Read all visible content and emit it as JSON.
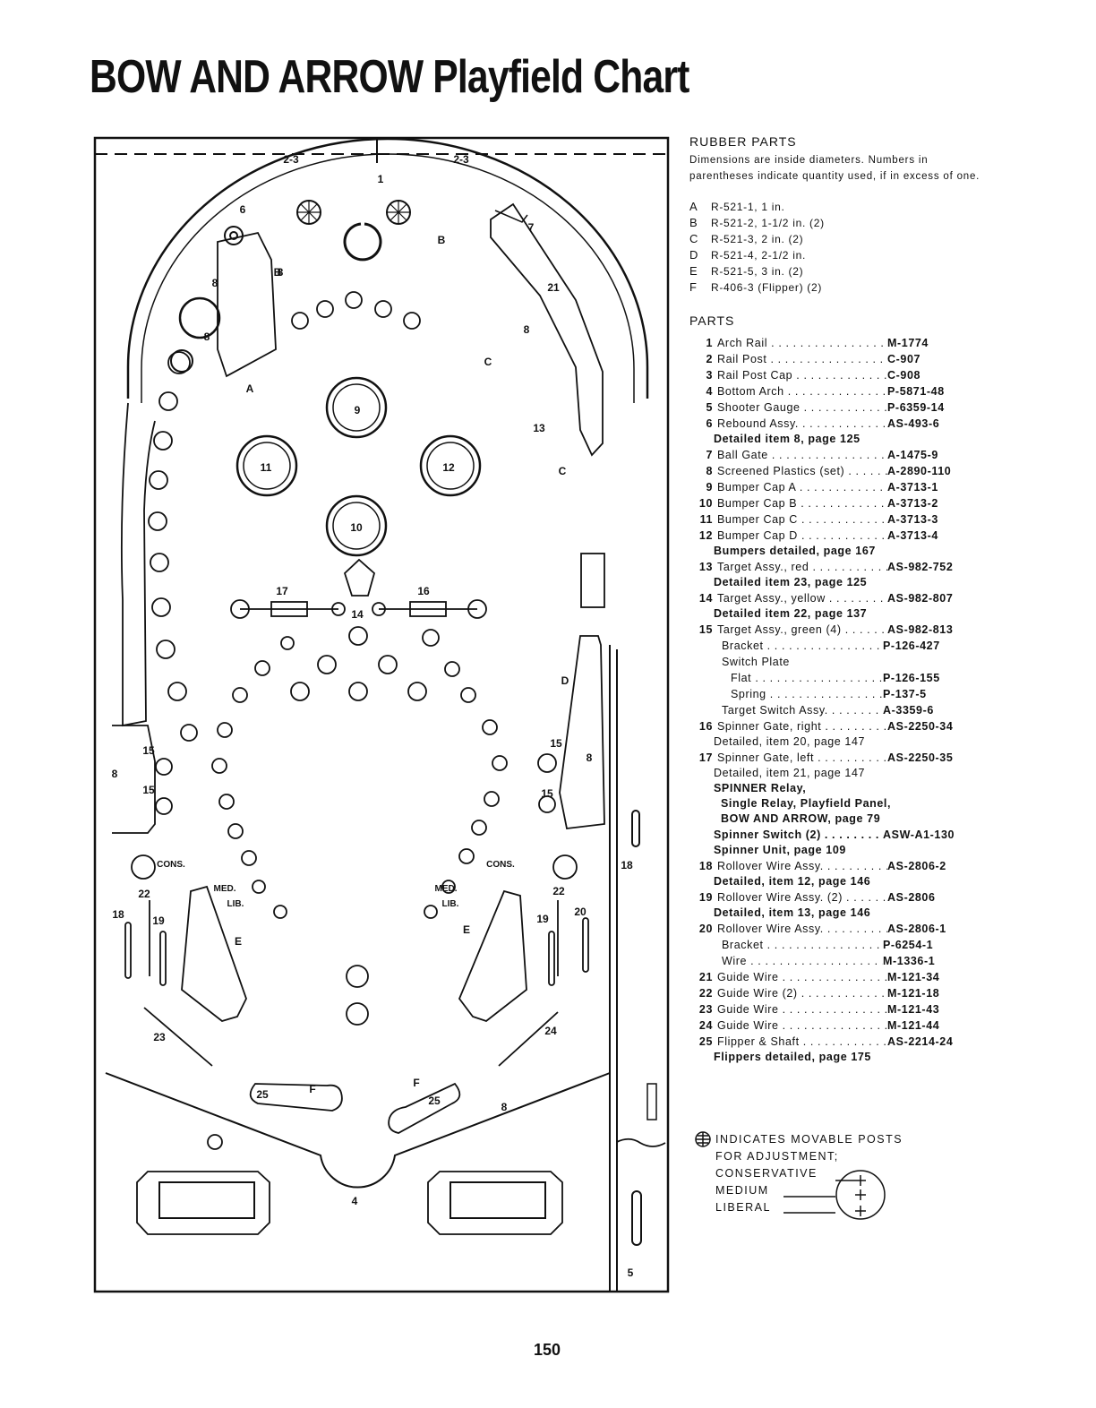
{
  "title": "BOW AND ARROW Playfield Chart",
  "page_number": "150",
  "playfield": {
    "labels": [
      "1",
      "2-3",
      "2-3",
      "4",
      "5",
      "6",
      "7",
      "8",
      "8",
      "8",
      "8",
      "8",
      "8",
      "8",
      "9",
      "11",
      "12",
      "10",
      "13",
      "14",
      "15",
      "15",
      "15",
      "15",
      "16",
      "17",
      "18",
      "18",
      "19",
      "19",
      "20",
      "21",
      "22",
      "22",
      "23",
      "24",
      "25",
      "25",
      "A",
      "B",
      "B",
      "C",
      "C",
      "D",
      "E",
      "E",
      "F",
      "F",
      "CONS.",
      "CONS.",
      "MED.",
      "MED.",
      "LIB.",
      "LIB."
    ]
  },
  "rubber": {
    "heading": "RUBBER PARTS",
    "note": "Dimensions are inside diameters. Numbers in parentheses indicate quantity used, if in excess of one.",
    "items": [
      {
        "key": "A",
        "desc": "R-521-1, 1 in."
      },
      {
        "key": "B",
        "desc": "R-521-2, 1-1/2 in. (2)"
      },
      {
        "key": "C",
        "desc": "R-521-3, 2 in. (2)"
      },
      {
        "key": "D",
        "desc": "R-521-4, 2-1/2 in."
      },
      {
        "key": "E",
        "desc": "R-521-5, 3 in. (2)"
      },
      {
        "key": "F",
        "desc": "R-406-3 (Flipper) (2)"
      }
    ]
  },
  "parts": {
    "heading": "PARTS",
    "rows": [
      {
        "t": "p",
        "n": "1",
        "d": "Arch Rail",
        "c": "M-1774"
      },
      {
        "t": "p",
        "n": "2",
        "d": "Rail Post",
        "c": "C-907"
      },
      {
        "t": "p",
        "n": "3",
        "d": "Rail Post Cap",
        "c": "C-908"
      },
      {
        "t": "p",
        "n": "4",
        "d": "Bottom Arch",
        "c": "P-5871-48"
      },
      {
        "t": "p",
        "n": "5",
        "d": "Shooter Gauge",
        "c": "P-6359-14"
      },
      {
        "t": "p",
        "n": "6",
        "d": "Rebound Assy.",
        "c": "AS-493-6"
      },
      {
        "t": "d",
        "text": "Detailed item 8, page 125"
      },
      {
        "t": "p",
        "n": "7",
        "d": "Ball Gate",
        "c": "A-1475-9"
      },
      {
        "t": "p",
        "n": "8",
        "d": "Screened Plastics (set)",
        "c": "A-2890-110"
      },
      {
        "t": "p",
        "n": "9",
        "d": "Bumper Cap A",
        "c": "A-3713-1"
      },
      {
        "t": "p",
        "n": "10",
        "d": "Bumper Cap B",
        "c": "A-3713-2"
      },
      {
        "t": "p",
        "n": "11",
        "d": "Bumper Cap C",
        "c": "A-3713-3"
      },
      {
        "t": "p",
        "n": "12",
        "d": "Bumper Cap D",
        "c": "A-3713-4"
      },
      {
        "t": "d",
        "text": "Bumpers detailed, page 167"
      },
      {
        "t": "p",
        "n": "13",
        "d": "Target Assy., red",
        "c": "AS-982-752"
      },
      {
        "t": "d",
        "text": "Detailed item 23, page 125"
      },
      {
        "t": "p",
        "n": "14",
        "d": "Target Assy., yellow",
        "c": "AS-982-807"
      },
      {
        "t": "d",
        "text": "Detailed item 22, page 137"
      },
      {
        "t": "p",
        "n": "15",
        "d": "Target Assy., green (4)",
        "c": "AS-982-813"
      },
      {
        "t": "s",
        "d": "Bracket",
        "c": "P-126-427"
      },
      {
        "t": "s",
        "d": "Switch Plate",
        "c": ""
      },
      {
        "t": "s2",
        "d": "Flat",
        "c": "P-126-155"
      },
      {
        "t": "s2",
        "d": "Spring",
        "c": "P-137-5"
      },
      {
        "t": "s",
        "d": "Target Switch Assy.",
        "c": "A-3359-6"
      },
      {
        "t": "p",
        "n": "16",
        "d": "Spinner Gate, right",
        "c": "AS-2250-34"
      },
      {
        "t": "dl",
        "text": "Detailed, item 20, page 147"
      },
      {
        "t": "p",
        "n": "17",
        "d": "Spinner Gate, left",
        "c": "AS-2250-35"
      },
      {
        "t": "dl",
        "text": "Detailed, item 21, page 147"
      },
      {
        "t": "sp",
        "text": "SPINNER Relay,"
      },
      {
        "t": "sp2",
        "text": "Single Relay, Playfield Panel,"
      },
      {
        "t": "sp2",
        "text": "BOW AND ARROW, page 79"
      },
      {
        "t": "sw",
        "d": "Spinner Switch (2)",
        "c": "ASW-A1-130"
      },
      {
        "t": "d",
        "text": "Spinner Unit, page 109"
      },
      {
        "t": "p",
        "n": "18",
        "d": "Rollover Wire Assy.",
        "c": "AS-2806-2"
      },
      {
        "t": "d",
        "text": "Detailed, item 12,  page 146"
      },
      {
        "t": "p",
        "n": "19",
        "d": "Rollover Wire Assy. (2)",
        "c": "AS-2806"
      },
      {
        "t": "d",
        "text": "Detailed, item 13, page 146"
      },
      {
        "t": "p",
        "n": "20",
        "d": "Rollover Wire Assy.",
        "c": "AS-2806-1"
      },
      {
        "t": "s",
        "d": "Bracket",
        "c": "P-6254-1"
      },
      {
        "t": "s",
        "d": "Wire",
        "c": "M-1336-1"
      },
      {
        "t": "p",
        "n": "21",
        "d": "Guide Wire",
        "c": "M-121-34"
      },
      {
        "t": "p",
        "n": "22",
        "d": "Guide Wire (2)",
        "c": "M-121-18"
      },
      {
        "t": "p",
        "n": "23",
        "d": "Guide Wire",
        "c": "M-121-43"
      },
      {
        "t": "p",
        "n": "24",
        "d": "Guide Wire",
        "c": "M-121-44"
      },
      {
        "t": "p",
        "n": "25",
        "d": "Flipper & Shaft",
        "c": "AS-2214-24"
      },
      {
        "t": "d",
        "text": "Flippers detailed, page 175"
      }
    ]
  },
  "legend": {
    "line1": "INDICATES MOVABLE POSTS",
    "line2": "FOR ADJUSTMENT;",
    "line3": "CONSERVATIVE",
    "line4": "MEDIUM",
    "line5": "LIBERAL"
  }
}
